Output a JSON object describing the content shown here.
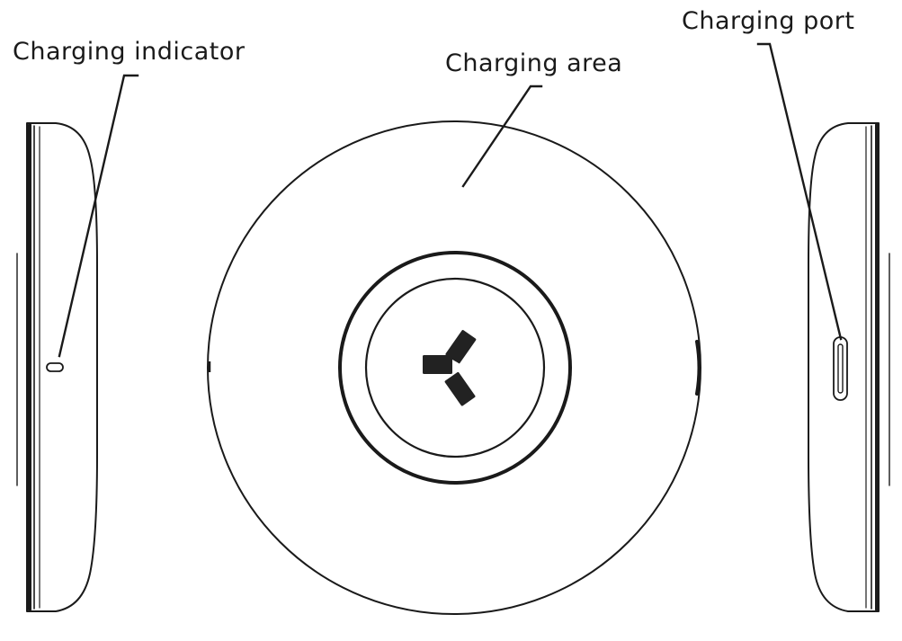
{
  "labels": {
    "charging_indicator": "Charging indicator",
    "charging_area": "Charging area",
    "charging_port": "Charging port"
  },
  "colors": {
    "line": "#1a1a1a",
    "logo": "#222222",
    "background": "#ffffff"
  },
  "icons": {
    "logo": "three-arm-propeller-logo"
  }
}
